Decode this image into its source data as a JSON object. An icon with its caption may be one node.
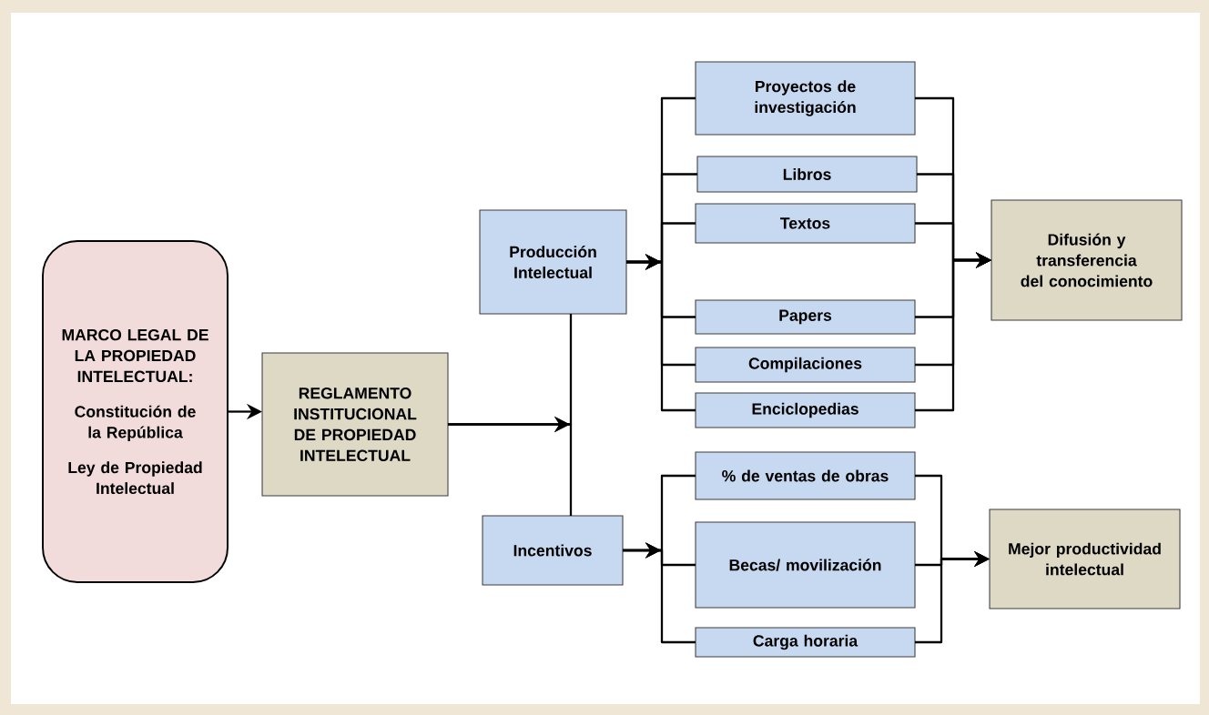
{
  "diagram": {
    "nodes": [
      {
        "text": [
          "MARCO LEGAL DE LA PROPIEDAD INTELECTUAL:",
          "Constitución de la República",
          "Ley de Propiedad Intelectual"
        ]
      },
      {
        "text": [
          "REGLAMENTO INSTITUCIONAL DE PROPIEDAD INTELECTUAL"
        ]
      },
      {
        "text": [
          "Producción Intelectual"
        ]
      },
      {
        "text": [
          "Incentivos"
        ]
      },
      {
        "text": [
          "Proyectos de investigación"
        ]
      },
      {
        "text": [
          "Libros"
        ]
      },
      {
        "text": [
          "Textos"
        ]
      },
      {
        "text": [
          "Papers"
        ]
      },
      {
        "text": [
          "Compilaciones"
        ]
      },
      {
        "text": [
          "Enciclopedias"
        ]
      },
      {
        "text": [
          "% de ventas de obras"
        ]
      },
      {
        "text": [
          "Becas/ movilización"
        ]
      },
      {
        "text": [
          "Carga horaria"
        ]
      },
      {
        "text": [
          "Difusión y transferencia del conocimiento"
        ]
      },
      {
        "text": [
          "Mejor productividad intelectual"
        ]
      }
    ],
    "edges": [
      {
        "from": 0,
        "to": 1,
        "arrow": "to"
      },
      {
        "from": 1,
        "to": 2,
        "arrow": "to"
      },
      {
        "from": 1,
        "to": 3,
        "arrow": "to"
      },
      {
        "from": 2,
        "to": 4,
        "arrow": "to"
      },
      {
        "from": 2,
        "to": 5,
        "arrow": "to"
      },
      {
        "from": 2,
        "to": 6,
        "arrow": "to"
      },
      {
        "from": 2,
        "to": 7,
        "arrow": "to"
      },
      {
        "from": 2,
        "to": 8,
        "arrow": "to"
      },
      {
        "from": 2,
        "to": 9,
        "arrow": "to"
      },
      {
        "from": 3,
        "to": 10,
        "arrow": "to"
      },
      {
        "from": 3,
        "to": 11,
        "arrow": "to"
      },
      {
        "from": 3,
        "to": 12,
        "arrow": "to"
      },
      {
        "from": 4,
        "to": 13,
        "arrow": "to"
      },
      {
        "from": 5,
        "to": 13,
        "arrow": "to"
      },
      {
        "from": 6,
        "to": 13,
        "arrow": "to"
      },
      {
        "from": 7,
        "to": 13,
        "arrow": "to"
      },
      {
        "from": 8,
        "to": 13,
        "arrow": "to"
      },
      {
        "from": 9,
        "to": 13,
        "arrow": "to"
      },
      {
        "from": 10,
        "to": 14,
        "arrow": "to"
      },
      {
        "from": 11,
        "to": 14,
        "arrow": "to"
      },
      {
        "from": 12,
        "to": 14,
        "arrow": "to"
      }
    ]
  }
}
